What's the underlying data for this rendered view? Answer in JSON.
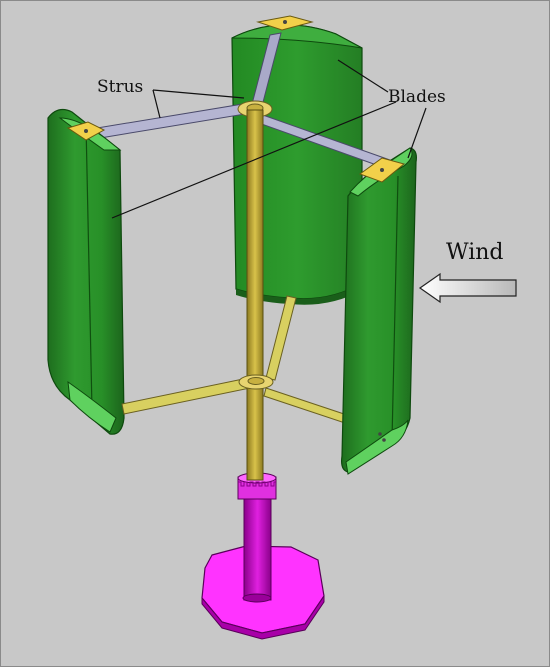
{
  "labels": {
    "struts": "Strus",
    "blades": "Blades",
    "wind": "Wind"
  },
  "colors": {
    "background": "#c8c8c8",
    "blade": "#2f8f2f",
    "blade_dark": "#1f6a1f",
    "blade_light": "#5fd15f",
    "shaft": "#c9b23a",
    "strut": "#d8d060",
    "base": "#ff33ff",
    "base_dark": "#b000b0",
    "bracket": "#f2d04a",
    "upper_strut": "#a9a9c9"
  },
  "icons": {
    "wind_arrow": "arrow-left-icon"
  }
}
